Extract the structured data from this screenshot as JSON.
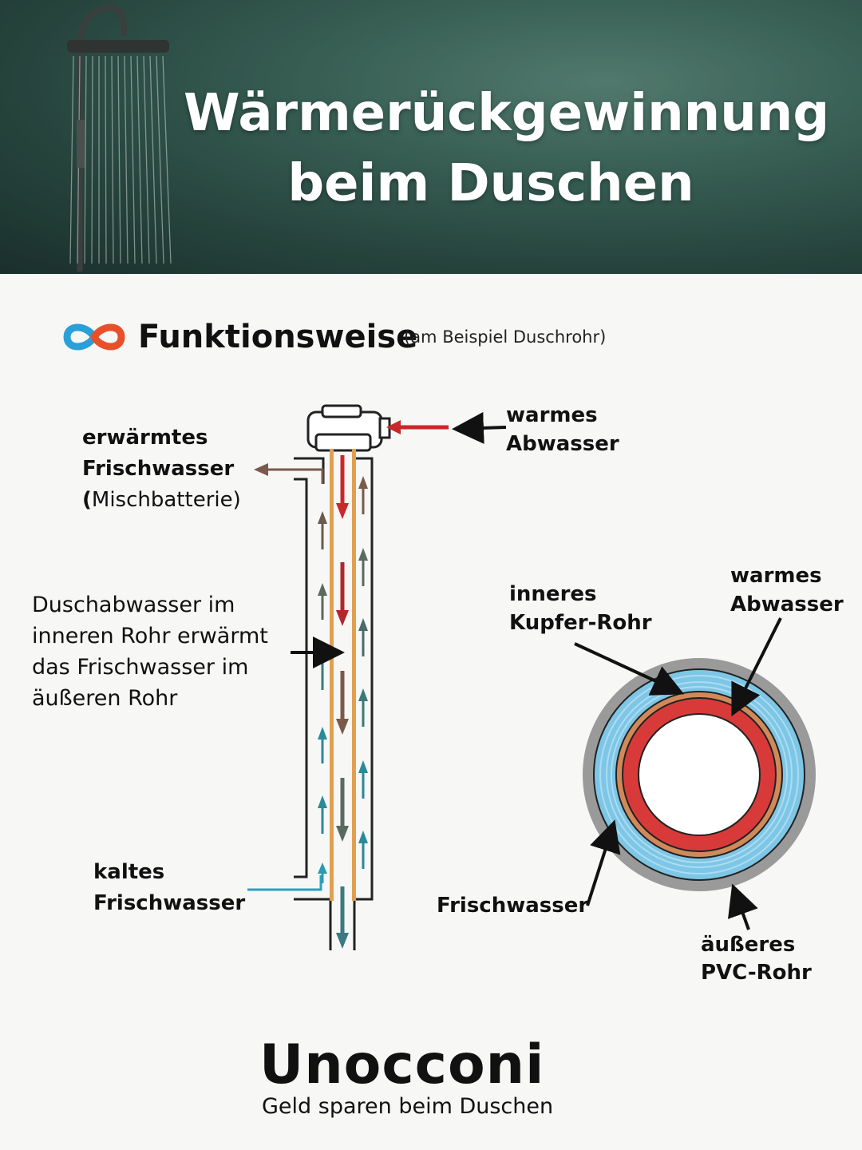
{
  "header": {
    "title_line1": "Wärmerückgewinnung",
    "title_line2": "beim Duschen"
  },
  "section": {
    "title": "Funktionsweise",
    "subtitle": "(am Beispiel Duschrohr)"
  },
  "labels": {
    "heated_fresh_1": "erwärmtes",
    "heated_fresh_2": "Frischwasser",
    "heated_fresh_3_bold": "(",
    "heated_fresh_3": "Mischbatterie)",
    "warm_waste_1": "warmes",
    "warm_waste_2": "Abwasser",
    "explain_1": "Duschabwasser im",
    "explain_2": "inneren Rohr erwärmt",
    "explain_3": "das Frischwasser im",
    "explain_4": "äußeren Rohr",
    "cold_fresh_1": "kaltes",
    "cold_fresh_2": "Frischwasser",
    "inner_copper_1": "inneres",
    "inner_copper_2": "Kupfer-Rohr",
    "warm_waste2_1": "warmes",
    "warm_waste2_2": "Abwasser",
    "freshwater": "Frischwasser",
    "outer_pvc_1": "äußeres",
    "outer_pvc_2": "PVC-Rohr"
  },
  "footer": {
    "brand": "Unocconi",
    "tagline": "Geld sparen beim Duschen"
  },
  "colors": {
    "hot": "#c8282a",
    "warm_brown": "#7a5a4a",
    "cold": "#2a8a9a",
    "copper": "#e0a050",
    "fresh_blue": "#7ec6e6",
    "pvc_gray": "#9a9a9a"
  }
}
